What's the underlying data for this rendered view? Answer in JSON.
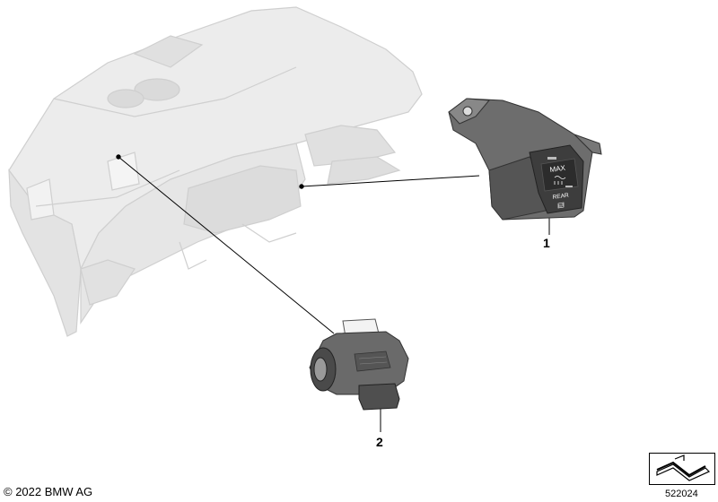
{
  "callouts": {
    "item_1": "1",
    "item_2": "2"
  },
  "switch_labels": {
    "max": "MAX",
    "rear": "REAR"
  },
  "footer": {
    "copyright": "© 2022 BMW AG",
    "diagram_number": "522024"
  },
  "icons": {
    "navigation": "arrow-turn-icon"
  },
  "colors": {
    "dashboard": "#e9e9e9",
    "dashboard_outline": "#c9c9c9",
    "switch_body": "#5a5a5a",
    "switch_dark": "#3a3a3a",
    "leader_line": "#000000"
  }
}
